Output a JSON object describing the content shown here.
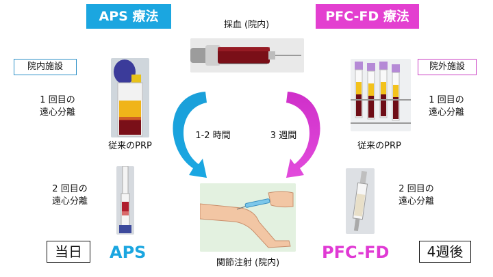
{
  "titles": {
    "aps": "APS 療法",
    "pfc": "PFC-FD 療法"
  },
  "top_caption": "採血 (院内)",
  "left": {
    "facility": "院内施設",
    "first_spin": [
      "1 回目の",
      "遠心分離"
    ],
    "prp": "従来のPRP",
    "second_spin": [
      "2 回目の",
      "遠心分離"
    ],
    "day_box": "当日",
    "product": "APS"
  },
  "right": {
    "facility": "院外施設",
    "first_spin": [
      "1 回目の",
      "遠心分離"
    ],
    "prp": "従来のPRP",
    "second_spin": [
      "2 回目の",
      "遠心分離"
    ],
    "day_box": "4週後",
    "product": "PFC-FD"
  },
  "arrows": {
    "left_time": "1-2 時間",
    "right_time": "3 週間"
  },
  "bottom_caption": "関節注射 (院内)",
  "colors": {
    "aps_accent": "#1ba6e0",
    "pfc_accent": "#e33fd0"
  }
}
